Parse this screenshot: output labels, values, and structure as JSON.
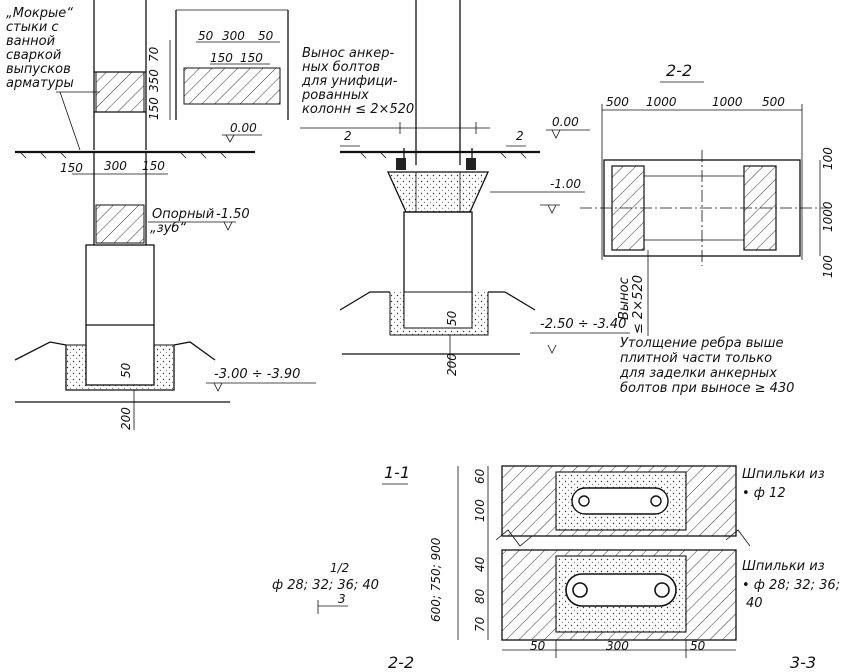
{
  "left_column": {
    "wet_joints_label": [
      "„Мокрые“",
      "стыки с",
      "ванной",
      "сваркой",
      "выпусков",
      "арматуры"
    ],
    "top_dims": [
      "50",
      "300",
      "50"
    ],
    "mid_dims": [
      "150",
      "150"
    ],
    "vert_dims": [
      "150",
      "350",
      "70"
    ],
    "level_top": "0.00",
    "width_dims": [
      "150",
      "300",
      "150"
    ],
    "tooth_label": [
      "Опорный",
      "„зуб“"
    ],
    "tooth_level": "-1.50",
    "bottom_level": "-3.00 ÷ -3.90",
    "dim_50": "50",
    "dim_200": "200"
  },
  "middle_column": {
    "anchor_label": [
      "Вынос анкер-",
      "ных болтов",
      "для унифици-",
      "рованных",
      "колонн ≤ 2×520"
    ],
    "level_top": "0.00",
    "section_marks": [
      "2",
      "2"
    ],
    "level_mid": "-1.00",
    "dim_50": "50",
    "dim_200": "200",
    "bottom_level": "-2.50 ÷ -3.40"
  },
  "section_2_2": {
    "title": "2-2",
    "top_dims": [
      "500",
      "1000",
      "1000",
      "500"
    ],
    "right_dims": [
      "100",
      "1000",
      "100"
    ],
    "vynos_label": [
      "Вынос",
      "≤ 2×520"
    ],
    "note": [
      "Утолщение ребра выше",
      "плитной части только",
      "для заделки анкерных",
      "болтов при выносе ≥ 430"
    ]
  },
  "section_1_1": {
    "title": "1-1",
    "left_dims": [
      "60",
      "100",
      "40",
      "80",
      "70"
    ],
    "height_dim": "600; 750; 900",
    "bottom_dims": [
      "50",
      "300",
      "50"
    ],
    "pins_top": [
      "Шпильки из",
      "• ф 12"
    ],
    "pins_bottom": [
      "Шпильки из",
      "• ф 28; 32; 36;",
      "40"
    ]
  },
  "lower_left": {
    "sizes": [
      "ф 28; 32; 36; 40"
    ],
    "over": "1/2",
    "mark": "3"
  },
  "bottom_marks": [
    "2-2",
    "3-3"
  ]
}
